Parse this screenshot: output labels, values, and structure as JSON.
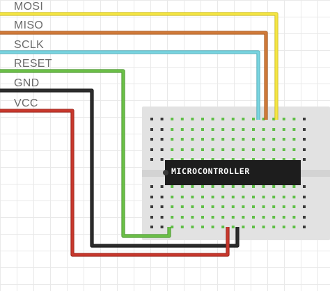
{
  "wires": [
    {
      "label": "MOSI",
      "color": "#f5e644",
      "edge": "#c9bb27"
    },
    {
      "label": "MISO",
      "color": "#d07a3a",
      "edge": "#a65a22"
    },
    {
      "label": "SCLK",
      "color": "#79d4e0",
      "edge": "#4fa9b5"
    },
    {
      "label": "RESET",
      "color": "#6cc048",
      "edge": "#4a9530"
    },
    {
      "label": "GND",
      "color": "#2c2c2c",
      "edge": "#111111"
    },
    {
      "label": "VCC",
      "color": "#c8382d",
      "edge": "#952319"
    }
  ],
  "chip": {
    "label": "MICROCONTROLLER",
    "color": "#1d1d1d"
  },
  "breadboard": {
    "color": "#e2e2e2",
    "hole_color": "#3a3a3a",
    "active_hole_color": "#5fbf46"
  }
}
